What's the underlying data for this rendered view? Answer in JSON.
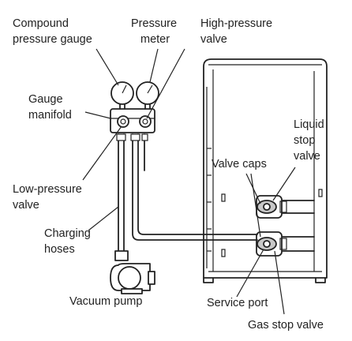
{
  "labels": {
    "compound_gauge": [
      "Compound",
      "pressure gauge"
    ],
    "pressure_meter": [
      "Pressure",
      "meter"
    ],
    "high_valve": [
      "High-pressure",
      "valve"
    ],
    "gauge_manifold": [
      "Gauge",
      "manifold"
    ],
    "liquid_stop": [
      "Liquid",
      "stop",
      "valve"
    ],
    "valve_caps": "Valve caps",
    "low_valve": [
      "Low-pressure",
      "valve"
    ],
    "charging_hoses": [
      "Charging",
      "hoses"
    ],
    "vacuum_pump": "Vacuum pump",
    "service_port": "Service port",
    "gas_stop": "Gas stop valve"
  }
}
